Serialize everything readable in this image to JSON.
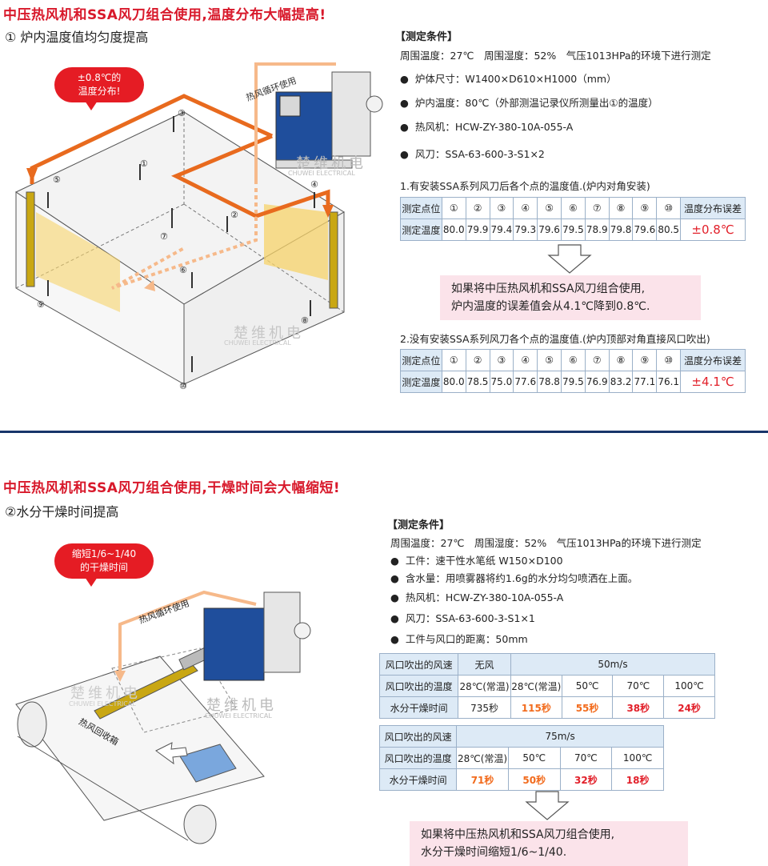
{
  "section1": {
    "title": "中压热风机和SSA风刀组合使用,温度分布大幅提高!",
    "subtitle": "① 炉内温度值均匀度提高",
    "bubble_line1": "±0.8℃的",
    "bubble_line2": "温度分布!",
    "circulation_label": "热风循环使用",
    "brand_cn": "楚维机电",
    "brand_en": "CHUWEI ELECTRICAL",
    "points": [
      "①",
      "②",
      "③",
      "④",
      "⑤",
      "⑥",
      "⑦",
      "⑧",
      "⑨",
      "⑩"
    ],
    "conditions_head": "【测定条件】",
    "conditions": [
      "周围温度：27℃　周围湿度：52%　气压1013HPa的环境下进行测定",
      "炉体尺寸：W1400×D610×H1000（mm）",
      "炉内温度：80℃（外部测温记录仪所测量出①的温度）",
      "热风机：HCW-ZY-380-10A-055-A",
      "风刀：SSA-63-600-3-S1×2"
    ],
    "table1_caption": "1.有安装SSA系列风刀后各个点的温度值.(炉内对角安装)",
    "table2_caption": "2.没有安装SSA系列风刀各个点的温度值.(炉内顶部对角直接风口吹出)",
    "row_point_label": "测定点位",
    "row_temp_label": "测定温度",
    "error_label": "温度分布误差",
    "table1_values": [
      "80.0",
      "79.9",
      "79.4",
      "79.3",
      "79.6",
      "79.5",
      "78.9",
      "79.8",
      "79.6",
      "80.5"
    ],
    "table1_error": "±0.8℃",
    "table2_values": [
      "80.0",
      "78.5",
      "75.0",
      "77.6",
      "78.8",
      "79.5",
      "76.9",
      "83.2",
      "77.1",
      "76.1"
    ],
    "table2_error": "±4.1℃",
    "note_line1": "如果将中压热风机和SSA风刀组合使用,",
    "note_line2": "炉内温度的误差值会从4.1℃降到0.8℃."
  },
  "section2": {
    "title": "中压热风机和SSA风刀组合使用,干燥时间会大幅缩短!",
    "subtitle": "②水分干燥时间提高",
    "bubble_line1": "缩短1/6~1/40",
    "bubble_line2": "的干燥时间",
    "circulation_label": "热风循环使用",
    "recovery_label": "热风回收箱",
    "brand_cn": "楚维机电",
    "brand_en": "CHUWEI ELECTRICAL",
    "conditions_head": "【测定条件】",
    "conditions_first": "周围温度：27℃　周围湿度：52%　气压1013HPa的环境下进行测定",
    "conditions": [
      "工件：速干性水笔纸 W150×D100",
      "含水量：用喷雾器将约1.6g的水分均匀喷洒在上面。",
      "热风机：HCW-ZY-380-10A-055-A",
      "风刀：SSA-63-600-3-S1×1",
      "工件与风口的距离：50mm"
    ],
    "label_speed": "风口吹出的风速",
    "label_temp": "风口吹出的温度",
    "label_time": "水分干燥时间",
    "t1_speed_none": "无风",
    "t1_speed_50": "50m/s",
    "t1_temps": [
      "28℃(常温)",
      "28℃(常温)",
      "50℃",
      "70℃",
      "100℃"
    ],
    "t1_times": [
      "735秒",
      "115秒",
      "55秒",
      "38秒",
      "24秒"
    ],
    "t2_speed": "75m/s",
    "t2_temps": [
      "28℃(常温)",
      "50℃",
      "70℃",
      "100℃"
    ],
    "t2_times": [
      "71秒",
      "50秒",
      "32秒",
      "18秒"
    ],
    "note_line1": "如果将中压热风机和SSA风刀组合使用,",
    "note_line2": "水分干燥时间缩短1/6~1/40."
  },
  "colors": {
    "red": "#d8192b",
    "orange": "#f26b1d",
    "navy": "#17356a",
    "blue": "#1f4e9c",
    "pink": "#fbe3ea"
  }
}
